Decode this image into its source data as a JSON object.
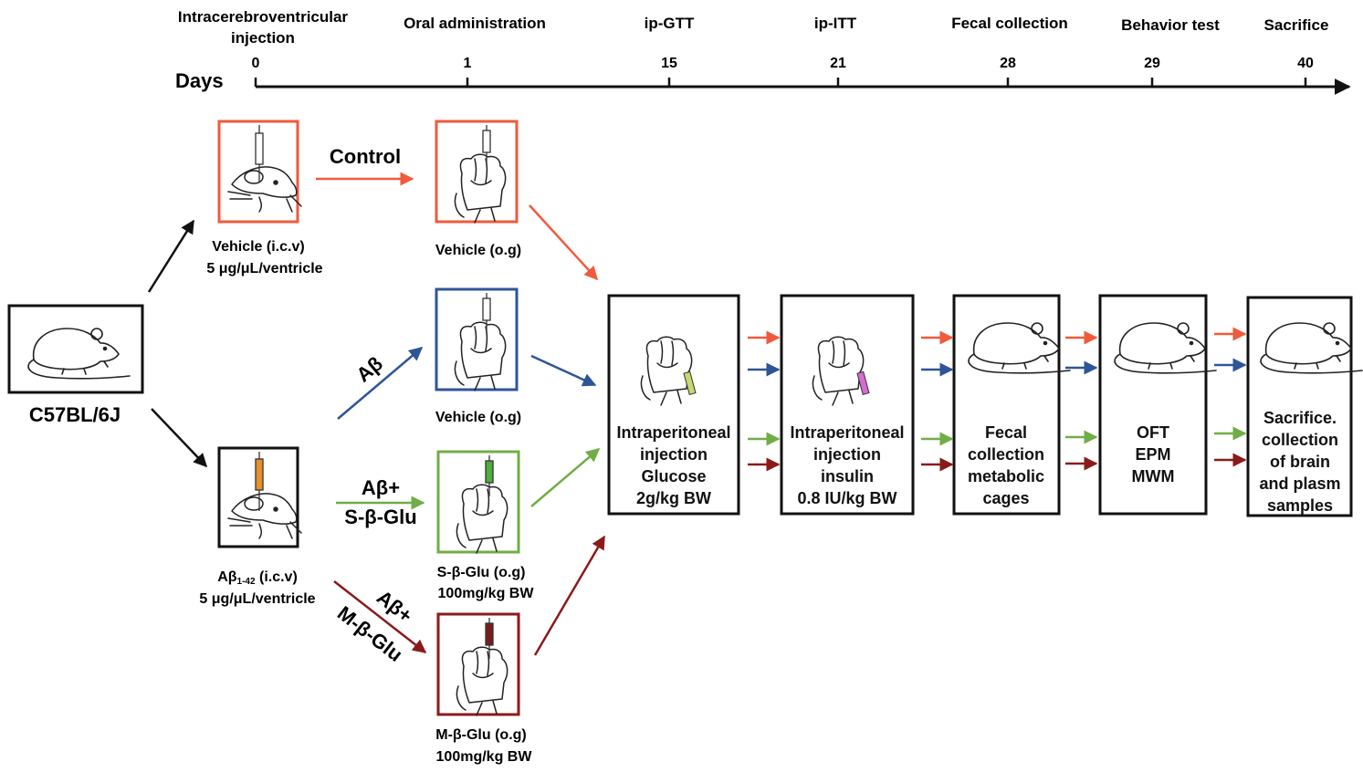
{
  "timeline": {
    "days_label": "Days",
    "phases": [
      {
        "line1": "Intracerebroventricular",
        "line2": "injection"
      },
      {
        "line1": "Oral administration"
      },
      {
        "line1": "ip-GTT"
      },
      {
        "line1": "ip-ITT"
      },
      {
        "line1": "Fecal collection"
      },
      {
        "line1": "Behavior test"
      },
      {
        "line1": "Sacrifice"
      }
    ],
    "days": [
      "0",
      "1",
      "15",
      "21",
      "28",
      "29",
      "40"
    ]
  },
  "strain_label": "C57BL/6J",
  "icv": {
    "vehicle": {
      "line1": "Vehicle (i.c.v)",
      "line2": "5 μg/μL/ventricle"
    },
    "abeta": {
      "line1_main": "Aβ",
      "line1_sub": "1-42",
      "line1_rest": " (i.c.v)",
      "line2": "5 μg/μL/ventricle"
    }
  },
  "group_labels": {
    "control": "Control",
    "abeta": "Aβ",
    "s_glu_line1": "Aβ+",
    "s_glu_line2": "S-β-Glu",
    "m_glu_line1": "Aβ+",
    "m_glu_line2": "M-β-Glu"
  },
  "oral": {
    "vehicle_control": "Vehicle (o.g)",
    "vehicle_abeta": "Vehicle (o.g)",
    "s_glu": {
      "line1": "S-β-Glu (o.g)",
      "line2": "100mg/kg BW"
    },
    "m_glu": {
      "line1": "M-β-Glu (o.g)",
      "line2": "100mg/kg BW"
    }
  },
  "stages": [
    {
      "lines": [
        "Intraperitoneal",
        "injection",
        "Glucose",
        "2g/kg BW"
      ]
    },
    {
      "lines": [
        "Intraperitoneal",
        "injection",
        "insulin",
        "0.8 IU/kg BW"
      ]
    },
    {
      "lines": [
        "Fecal",
        "collection",
        "metabolic",
        "cages"
      ]
    },
    {
      "lines": [
        "OFT",
        "EPM",
        "MWM"
      ]
    },
    {
      "lines": [
        "Sacrifice.",
        "collection",
        "of brain",
        "and plasm",
        "samples"
      ]
    }
  ],
  "colors": {
    "control": "#f05a3c",
    "abeta": "#2f5597",
    "s_glu": "#70ad47",
    "m_glu": "#8b1a1a",
    "frame": "#111111"
  }
}
